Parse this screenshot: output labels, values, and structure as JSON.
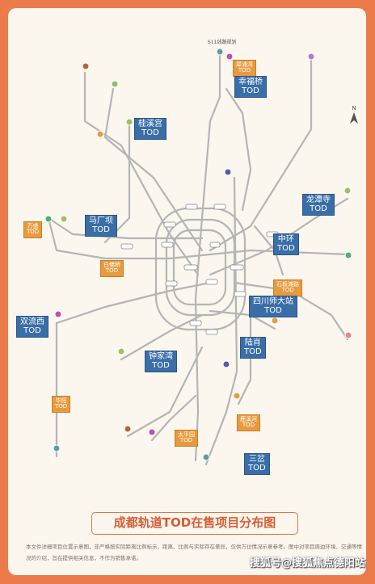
{
  "map": {
    "title": "成都轨道TOD在售项目分布图",
    "disclaimer": "本文件详细项目位置示意图，非严格按实际距离比例标示，距离、比例与实际存在差异，仅供方位情况示意参考。图中对项目周边环境、交通等情况的介绍，旨在提供相关信息，不作为销售承诺。",
    "watermark": "搜狐号@搜狐焦点德阳站",
    "top_label": "S11线路规划",
    "compass": "N",
    "tods": [
      {
        "name": "幸福桥",
        "sub": "TOD",
        "style": "blue"
      },
      {
        "name": "犀浦湾",
        "sub": "TOD",
        "style": "orange"
      },
      {
        "name": "桂溪宫",
        "sub": "TOD",
        "style": "blue"
      },
      {
        "name": "龙潭寺",
        "sub": "TOD",
        "style": "blue"
      },
      {
        "name": "马厂坝",
        "sub": "TOD",
        "style": "blue"
      },
      {
        "name": "万盛",
        "sub": "TOD",
        "style": "orange"
      },
      {
        "name": "中环",
        "sub": "TOD",
        "style": "blue"
      },
      {
        "name": "白佛桥",
        "sub": "TOD",
        "style": "orange"
      },
      {
        "name": "石板滩路",
        "sub": "TOD",
        "style": "orange"
      },
      {
        "name": "四川师大站",
        "sub": "TOD",
        "style": "blue"
      },
      {
        "name": "双流西",
        "sub": "TOD",
        "style": "blue"
      },
      {
        "name": "陆肖",
        "sub": "TOD",
        "style": "blue"
      },
      {
        "name": "钟家湾",
        "sub": "TOD",
        "style": "blue"
      },
      {
        "name": "华阳",
        "sub": "TOD",
        "style": "orange"
      },
      {
        "name": "鹿溪河",
        "sub": "TOD",
        "style": "orange"
      },
      {
        "name": "太平园",
        "sub": "TOD",
        "style": "orange"
      },
      {
        "name": "三岔",
        "sub": "TOD",
        "style": "blue"
      }
    ],
    "colors": {
      "background": "#ec7b4b",
      "card": "#fbf6ee",
      "blue": "#3a6ea8",
      "orange": "#e89a3e",
      "line": "#b3b3b3"
    }
  }
}
